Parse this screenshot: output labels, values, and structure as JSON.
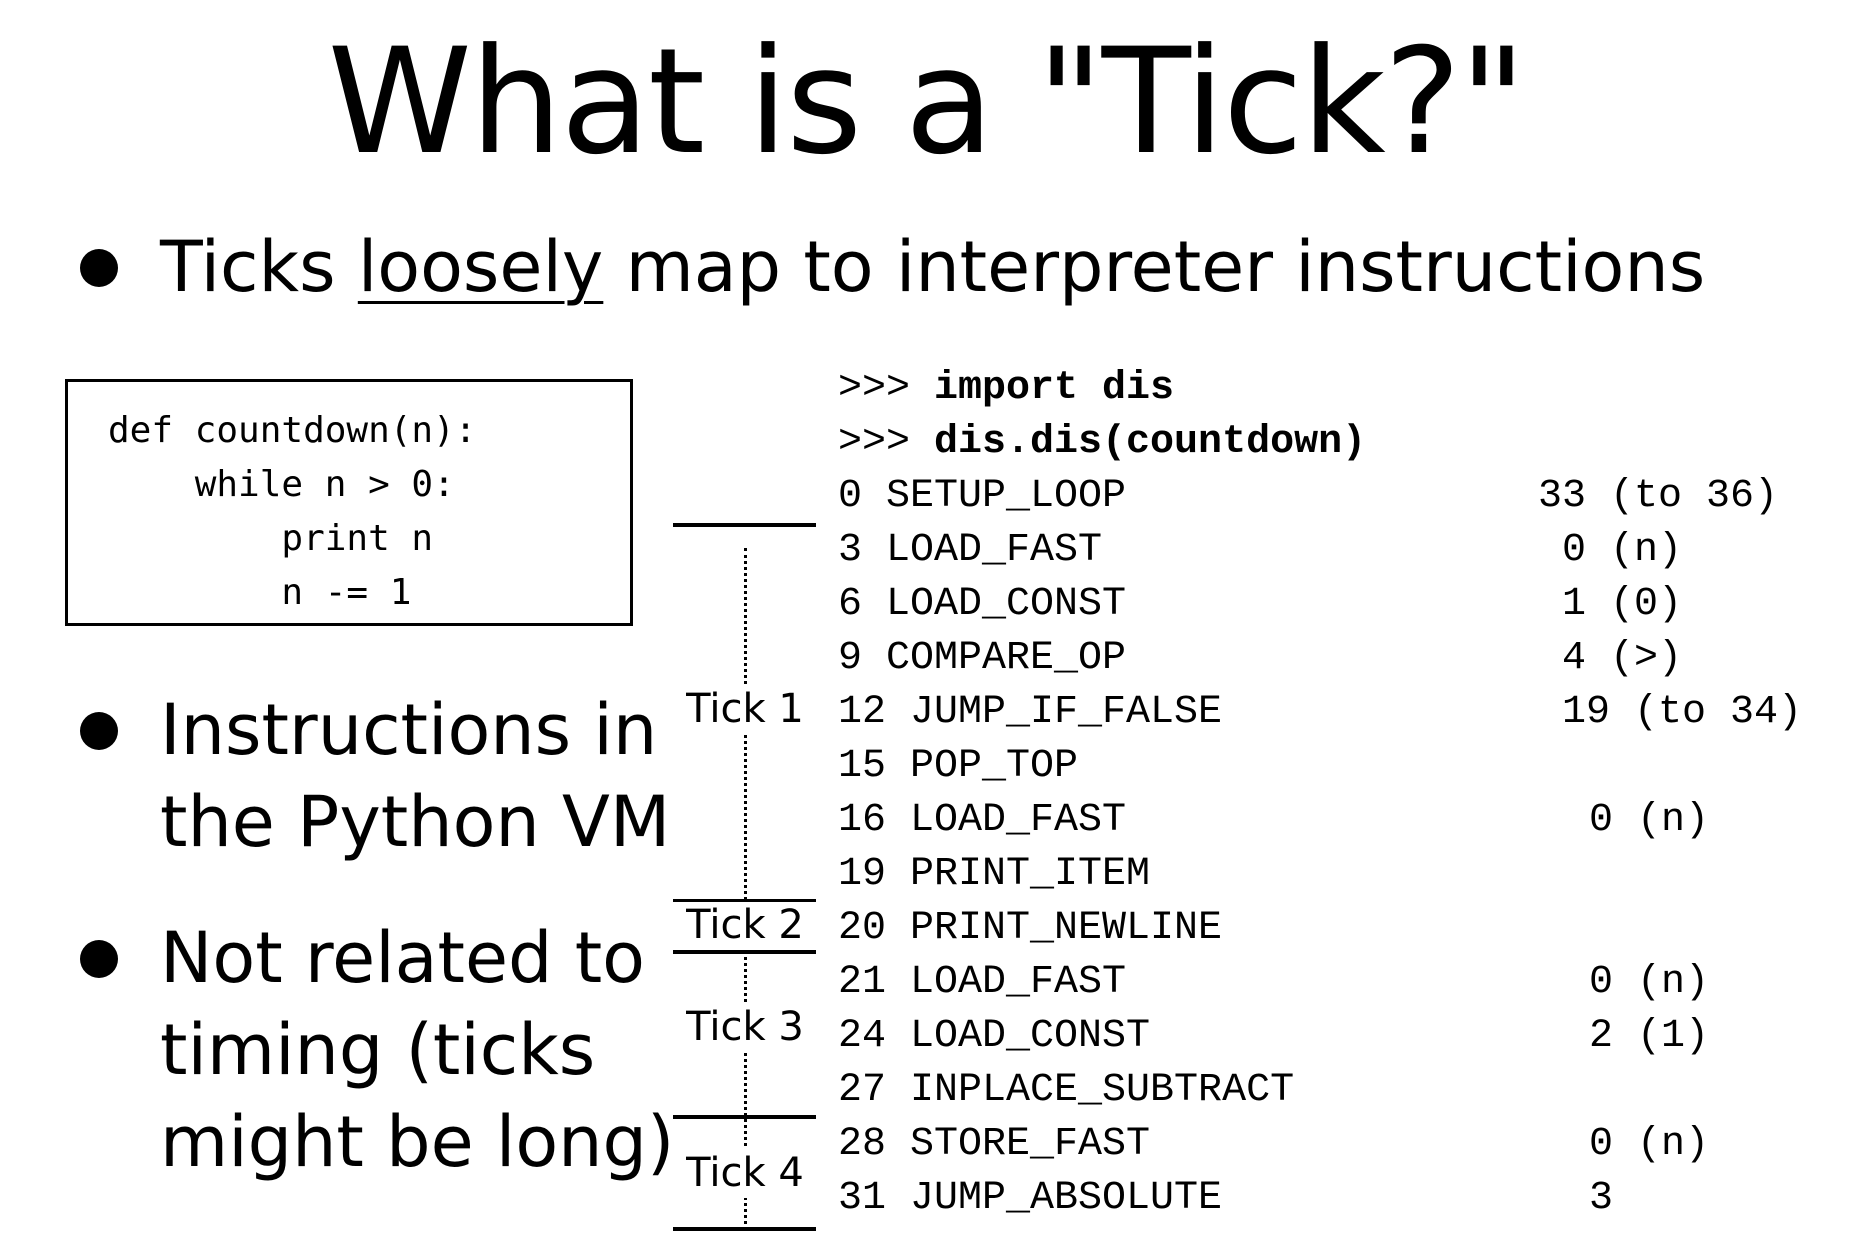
{
  "title": "What is a \"Tick?\"",
  "bullets": {
    "first": {
      "before": "Ticks ",
      "underlined": "loosely",
      "after": " map to interpreter instructions"
    },
    "second": [
      "Instructions in",
      "the Python VM"
    ],
    "third": [
      "Not related to",
      "timing (ticks",
      "might be long)"
    ]
  },
  "code_box": "def countdown(n):\n    while n > 0:\n        print n\n        n -= 1",
  "prompts": [
    {
      "prompt": ">>> ",
      "command": "import dis"
    },
    {
      "prompt": ">>> ",
      "command": "dis.dis(countdown)"
    }
  ],
  "instructions": [
    {
      "text": "0 SETUP_LOOP",
      "arg": "33 (to 36)"
    },
    {
      "text": "3 LOAD_FAST",
      "arg": "0 (n)"
    },
    {
      "text": "6 LOAD_CONST",
      "arg": "1 (0)"
    },
    {
      "text": "9 COMPARE_OP",
      "arg": "4 (>)"
    },
    {
      "text": "12 JUMP_IF_FALSE",
      "arg": "19 (to 34)"
    },
    {
      "text": "15 POP_TOP",
      "arg": ""
    },
    {
      "text": "16 LOAD_FAST",
      "arg": "0 (n)"
    },
    {
      "text": "19 PRINT_ITEM",
      "arg": ""
    },
    {
      "text": "20 PRINT_NEWLINE",
      "arg": ""
    },
    {
      "text": "21 LOAD_FAST",
      "arg": "0 (n)"
    },
    {
      "text": "24 LOAD_CONST",
      "arg": "2 (1)"
    },
    {
      "text": "27 INPLACE_SUBTRACT",
      "arg": ""
    },
    {
      "text": "28 STORE_FAST",
      "arg": "0 (n)"
    },
    {
      "text": "31 JUMP_ABSOLUTE",
      "arg": "3"
    }
  ],
  "ticks": [
    "Tick 1",
    "Tick 2",
    "Tick 3",
    "Tick 4"
  ]
}
